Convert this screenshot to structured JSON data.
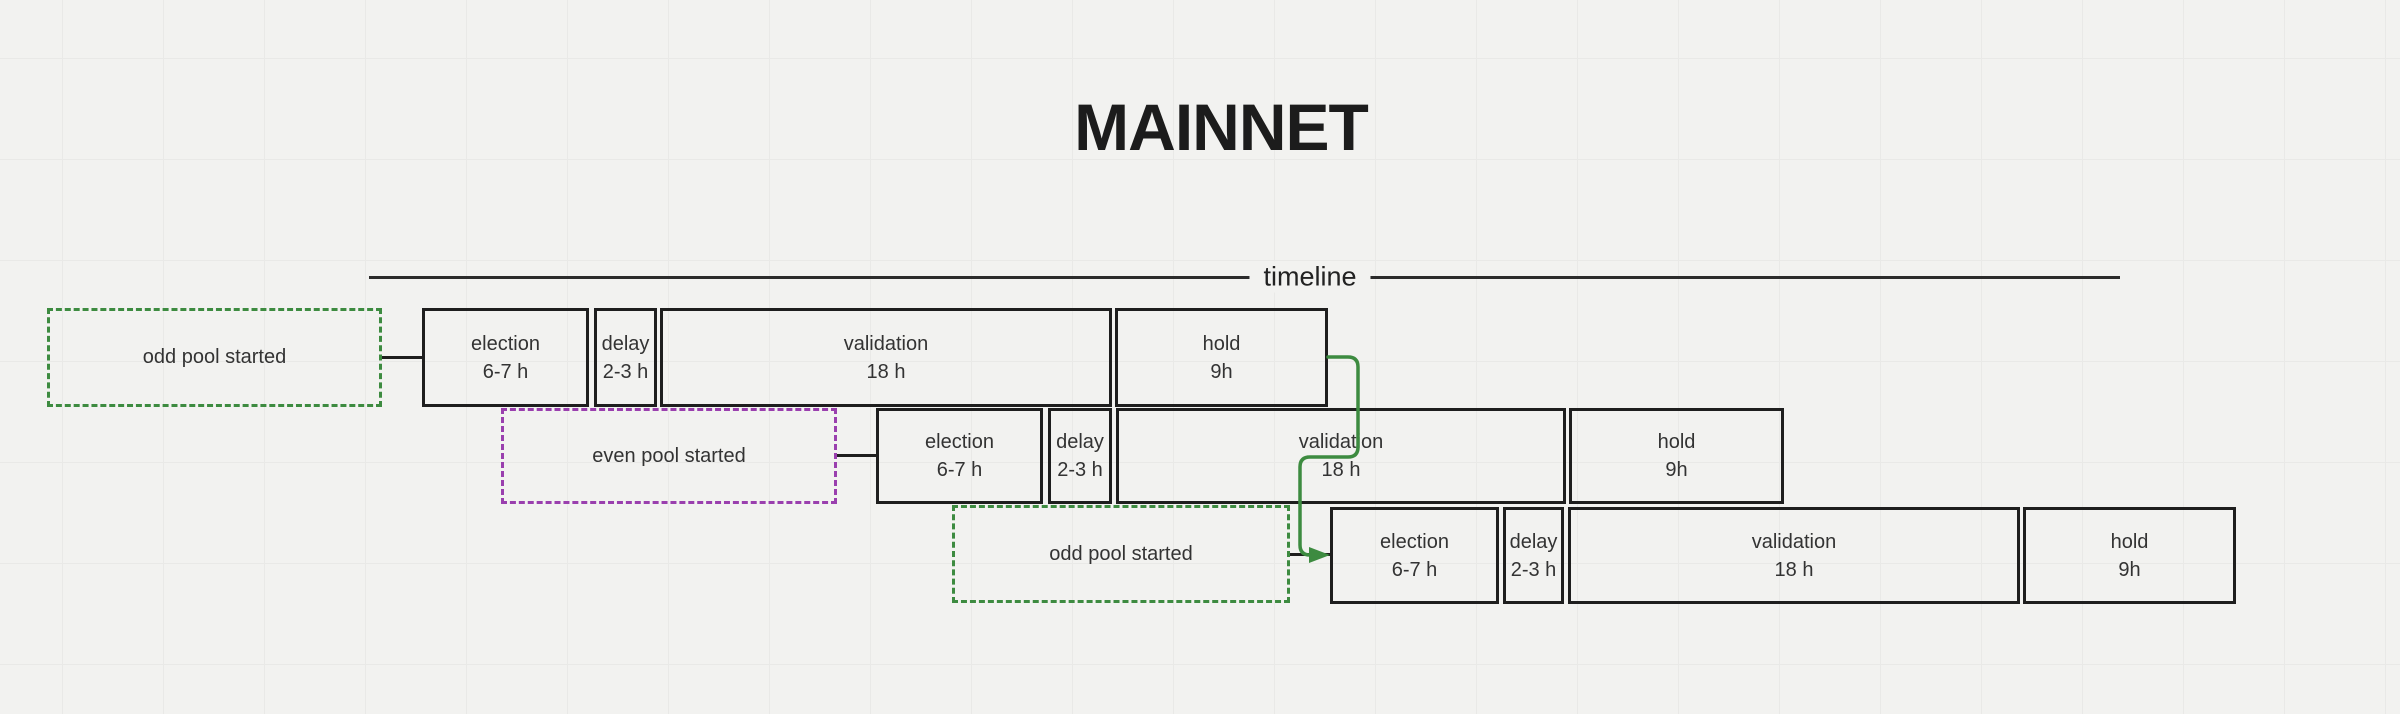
{
  "title": "MAINNET",
  "timeline": {
    "label": "timeline"
  },
  "colors": {
    "background": "#f2f2f0",
    "grid_line": "#e9e9e7",
    "box_border": "#1e1e1e",
    "text": "#333333",
    "odd_pool_green": "#3d8b40",
    "even_pool_purple": "#9a3fae",
    "connector_green": "#3d8b40"
  },
  "rows": [
    {
      "start": {
        "label": "odd pool started",
        "color": "green"
      },
      "phases": [
        {
          "name": "election",
          "duration": "6-7 h"
        },
        {
          "name": "delay",
          "duration": "2-3 h"
        },
        {
          "name": "validation",
          "duration": "18 h"
        },
        {
          "name": "hold",
          "duration": "9h"
        }
      ]
    },
    {
      "start": {
        "label": "even pool started",
        "color": "purple"
      },
      "phases": [
        {
          "name": "election",
          "duration": "6-7 h"
        },
        {
          "name": "delay",
          "duration": "2-3 h"
        },
        {
          "name": "validation",
          "duration": "18 h"
        },
        {
          "name": "hold",
          "duration": "9h"
        }
      ]
    },
    {
      "start": {
        "label": "odd pool started",
        "color": "green"
      },
      "phases": [
        {
          "name": "election",
          "duration": "6-7 h"
        },
        {
          "name": "delay",
          "duration": "2-3 h"
        },
        {
          "name": "validation",
          "duration": "18 h"
        },
        {
          "name": "hold",
          "duration": "9h"
        }
      ]
    }
  ],
  "connector": {
    "type": "arrow",
    "from": "hold (row 1)",
    "to": "election (row 3)",
    "color": "#3d8b40"
  }
}
